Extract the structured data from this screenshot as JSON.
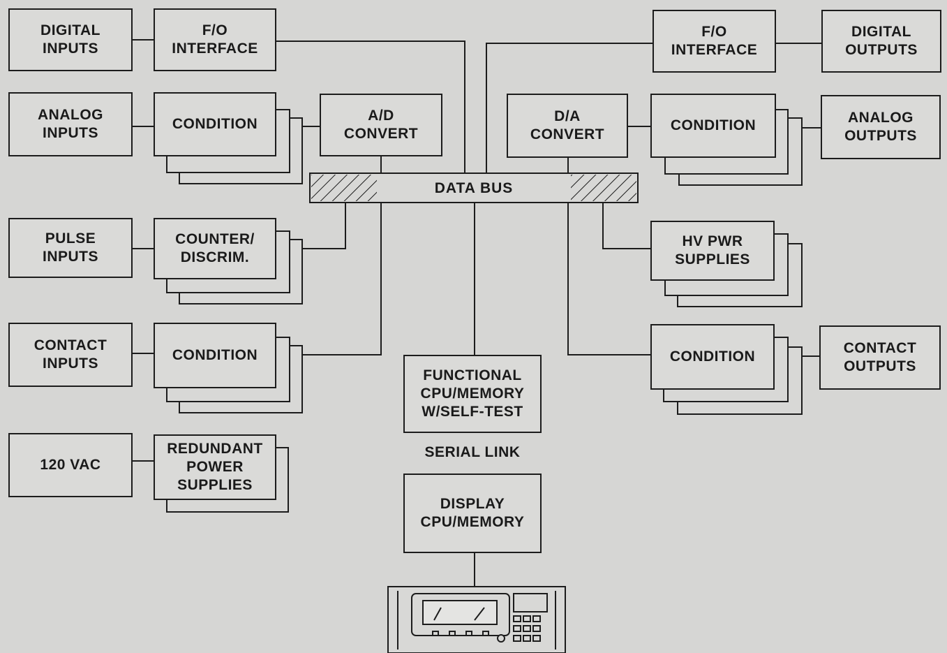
{
  "blocks": {
    "digital_inputs": "DIGITAL\nINPUTS",
    "fo_interface_left": "F/O\nINTERFACE",
    "analog_inputs": "ANALOG\nINPUTS",
    "condition_analog_in": "CONDITION",
    "ad_convert": "A/D\nCONVERT",
    "pulse_inputs": "PULSE\nINPUTS",
    "counter_discrim": "COUNTER/\nDISCRIM.",
    "contact_inputs": "CONTACT\nINPUTS",
    "condition_contact_in": "CONDITION",
    "vac_120": "120 VAC",
    "redundant_power": "REDUNDANT\nPOWER\nSUPPLIES",
    "fo_interface_right": "F/O\nINTERFACE",
    "digital_outputs": "DIGITAL\nOUTPUTS",
    "da_convert": "D/A\nCONVERT",
    "condition_analog_out": "CONDITION",
    "analog_outputs": "ANALOG\nOUTPUTS",
    "hv_pwr": "HV PWR\nSUPPLIES",
    "condition_contact_out": "CONDITION",
    "contact_outputs": "CONTACT\nOUTPUTS",
    "functional_cpu": "FUNCTIONAL\nCPU/MEMORY\nW/SELF-TEST",
    "display_cpu": "DISPLAY\nCPU/MEMORY"
  },
  "bus_label": "DATA BUS",
  "serial_link": "SERIAL LINK",
  "colors": {
    "line": "#1c1c1c",
    "background": "#d6d6d4"
  },
  "icons": {
    "terminal": "display-terminal-icon"
  }
}
